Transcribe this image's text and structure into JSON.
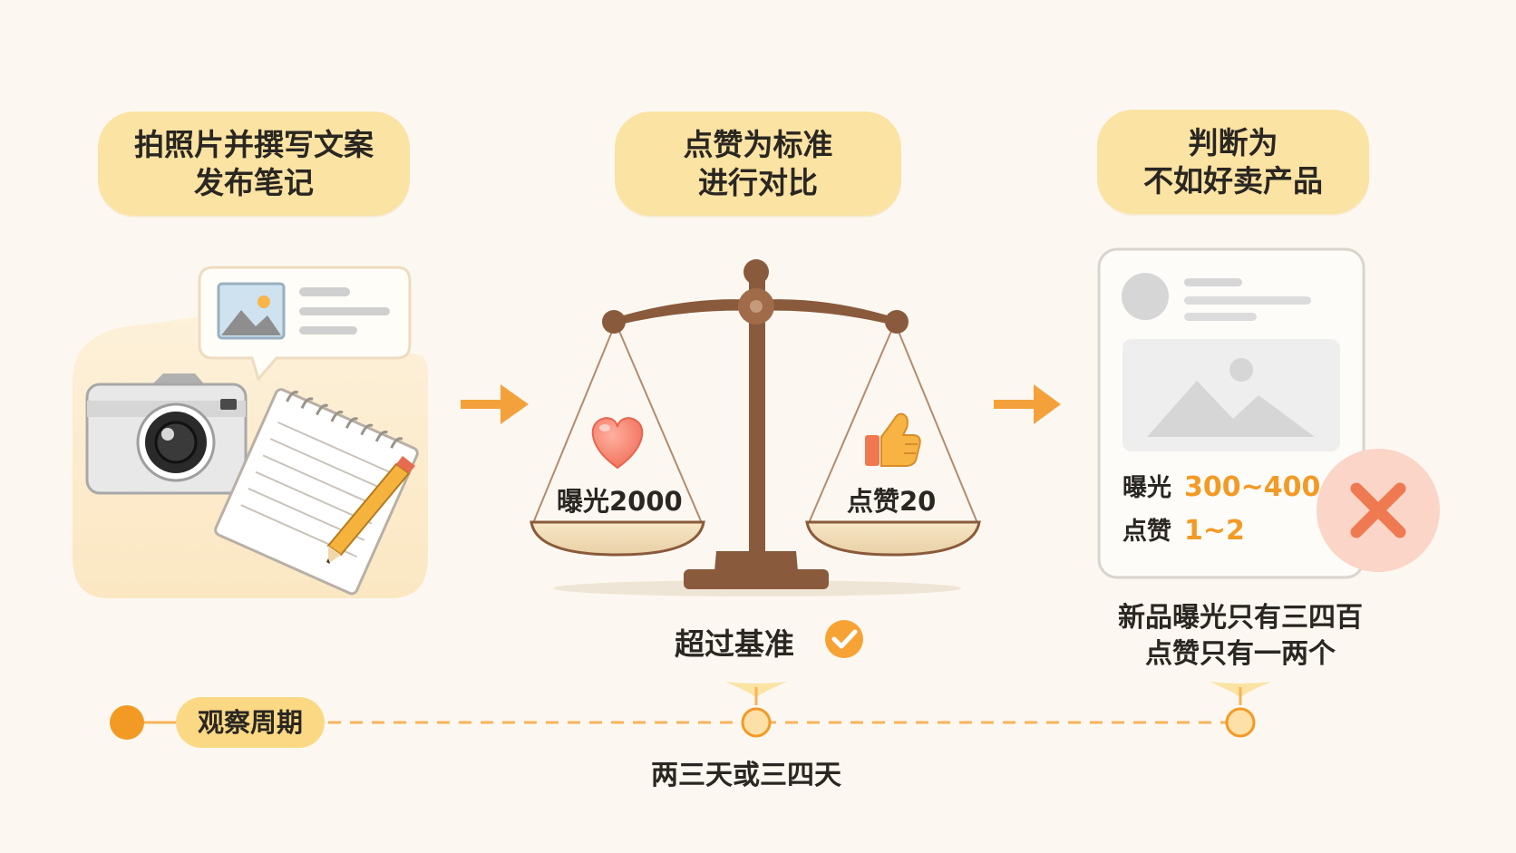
{
  "colors": {
    "background": "#fcf8f1",
    "pill": "#fbe3a3",
    "accent_orange": "#f39a25",
    "scale_wood": "#8a5a3c",
    "reject_circle": "#fbd5c7",
    "reject_x": "#ef7a52"
  },
  "steps": [
    {
      "lines": [
        "拍照片并撰写文案",
        "发布笔记"
      ],
      "icons": [
        "camera-icon",
        "notebook-icon",
        "pencil-icon",
        "image-post-bubble-icon"
      ]
    },
    {
      "lines": [
        "点赞为标准",
        "进行对比"
      ],
      "icons": [
        "balance-scale-icon",
        "heart-icon",
        "thumbs-up-icon"
      ]
    },
    {
      "lines": [
        "判断为",
        "不如好卖产品"
      ],
      "icons": [
        "post-card-icon",
        "reject-x-icon"
      ]
    }
  ],
  "scale": {
    "left_label": "曝光2000",
    "right_label": "点赞20"
  },
  "benchmark": {
    "text": "超过基准",
    "icon": "check-circle-icon"
  },
  "new_product": {
    "exposure_label": "曝光",
    "exposure_value": "300~400",
    "likes_label": "点赞",
    "likes_value": "1~2",
    "note_lines": [
      "新品曝光只有三四百",
      "点赞只有一两个"
    ]
  },
  "timeline": {
    "label": "观察周期",
    "period": "两三天或三四天"
  }
}
